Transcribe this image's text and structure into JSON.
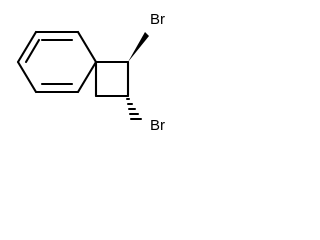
{
  "molecule": {
    "atoms": [
      {
        "id": "br_top",
        "label": "Br"
      },
      {
        "id": "br_bottom",
        "label": "Br"
      }
    ],
    "stereo": {
      "top_bond": "wedge",
      "bottom_bond": "hash"
    },
    "colors": {
      "bond": "#000000",
      "text": "#000000",
      "background": "#ffffff"
    }
  }
}
